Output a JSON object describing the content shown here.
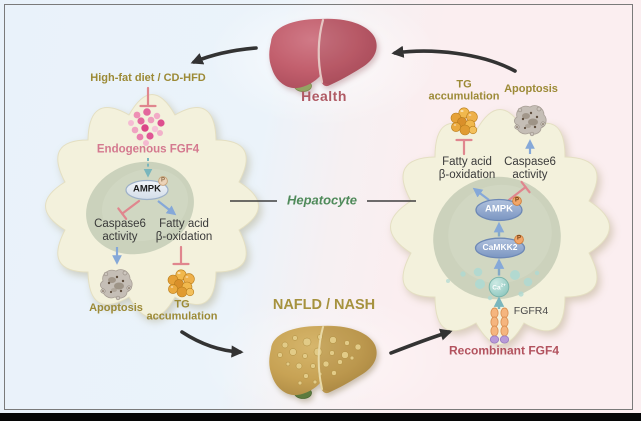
{
  "figure_type": "hepatocyte-fgf4-signaling-diagram",
  "labels": {
    "health": "Health",
    "hepatocyte": "Hepatocyte",
    "nafld_nash": "NAFLD / NASH"
  },
  "left_cell": {
    "stimulus": "High-fat diet / CD-HFD",
    "ligand": "Endogenous FGF4",
    "kinase": "AMPK",
    "phospho": "P",
    "caspase": "Caspase6\nactivity",
    "oxidation": "Fatty acid\nβ-oxidation",
    "apoptosis": "Apoptosis",
    "tg": "TG\naccumulation"
  },
  "right_cell": {
    "tg": "TG\naccumulation",
    "apoptosis": "Apoptosis",
    "oxidation": "Fatty acid\nβ-oxidation",
    "caspase": "Caspase6\nactivity",
    "kinase": "AMPK",
    "upstream_kinase": "CaMKK2",
    "phospho": "P",
    "calcium": {
      "base": "Ca",
      "sup": "2+"
    },
    "receptor": "FGFR4",
    "ligand": "Recombinant FGF4"
  },
  "icons": {
    "healthy_liver": "red-liver",
    "fatty_liver": "yellow-spotted-liver",
    "lipid_droplets": "orange-droplet-cluster",
    "apoptotic_cell": "gray-fragmented-cell",
    "fgf4_dots": "pink-dot-cluster",
    "fgfr4_receptor": "orange-bead-receptor-with-purple-ligand",
    "calcium_ion": "teal-sphere",
    "phospho_badge": "orange-P-circle"
  },
  "colors": {
    "background_left": "#e9f2fa",
    "background_right": "#fbeef0",
    "cell_body": "#f3f1dc",
    "nucleus": "#cbd2bc",
    "olive_text": "#9c8a36",
    "rose_text": "#d4798f",
    "health_text": "#b05a64",
    "hepatocyte_text": "#4f8a5a",
    "recombinant_text": "#b2525e",
    "activation_arrow": "#85a8d8",
    "inhibition_arrow": "#e0868e",
    "kinase_fill": "#8fa9cf",
    "calcium_fill": "#9fd0c8",
    "droplet_fill": "#eaa93c",
    "black_arrow": "#3a3a3a"
  }
}
